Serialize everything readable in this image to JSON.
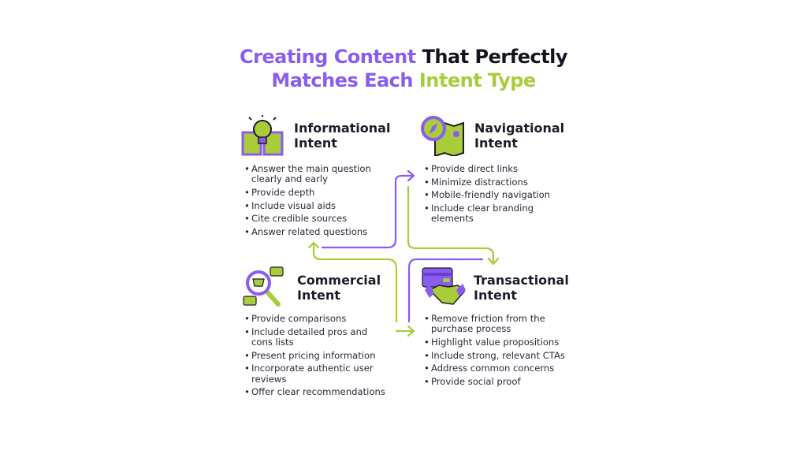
{
  "title": {
    "line1_part1": "Creating Content",
    "line1_part2": "That Perfectly",
    "line2_part1": "Matches Each",
    "line2_part2": "Intent Type"
  },
  "colors": {
    "purple": "#8a5cf0",
    "green": "#a9cc3b",
    "dark": "#15131f"
  },
  "quadrants": {
    "informational": {
      "icon": "lightbulb-book-icon",
      "heading_line1": "Informational",
      "heading_line2": "Intent",
      "items": [
        [
          "Answer the main question",
          "clearly and early"
        ],
        [
          "Provide depth"
        ],
        [
          "Include visual aids"
        ],
        [
          "Cite credible sources"
        ],
        [
          "Answer related questions"
        ]
      ]
    },
    "navigational": {
      "icon": "compass-map-icon",
      "heading_line1": "Navigational",
      "heading_line2": "Intent",
      "items": [
        [
          "Provide direct links"
        ],
        [
          "Minimize distractions"
        ],
        [
          "Mobile-friendly navigation"
        ],
        [
          "Include clear branding",
          "elements"
        ]
      ]
    },
    "commercial": {
      "icon": "magnifier-cart-icon",
      "heading_line1": "Commercial",
      "heading_line2": "Intent",
      "items": [
        [
          "Provide comparisons"
        ],
        [
          "Include detailed pros and",
          "cons lists"
        ],
        [
          "Present pricing information"
        ],
        [
          "Incorporate authentic user",
          "reviews"
        ],
        [
          "Offer clear recommendations"
        ]
      ]
    },
    "transactional": {
      "icon": "card-handshake-icon",
      "heading_line1": "Transactional",
      "heading_line2": "Intent",
      "items": [
        [
          "Remove friction from the",
          "purchase process"
        ],
        [
          "Highlight value propositions"
        ],
        [
          "Include strong, relevant CTAs"
        ],
        [
          "Address common concerns"
        ],
        [
          "Provide social proof"
        ]
      ]
    }
  }
}
